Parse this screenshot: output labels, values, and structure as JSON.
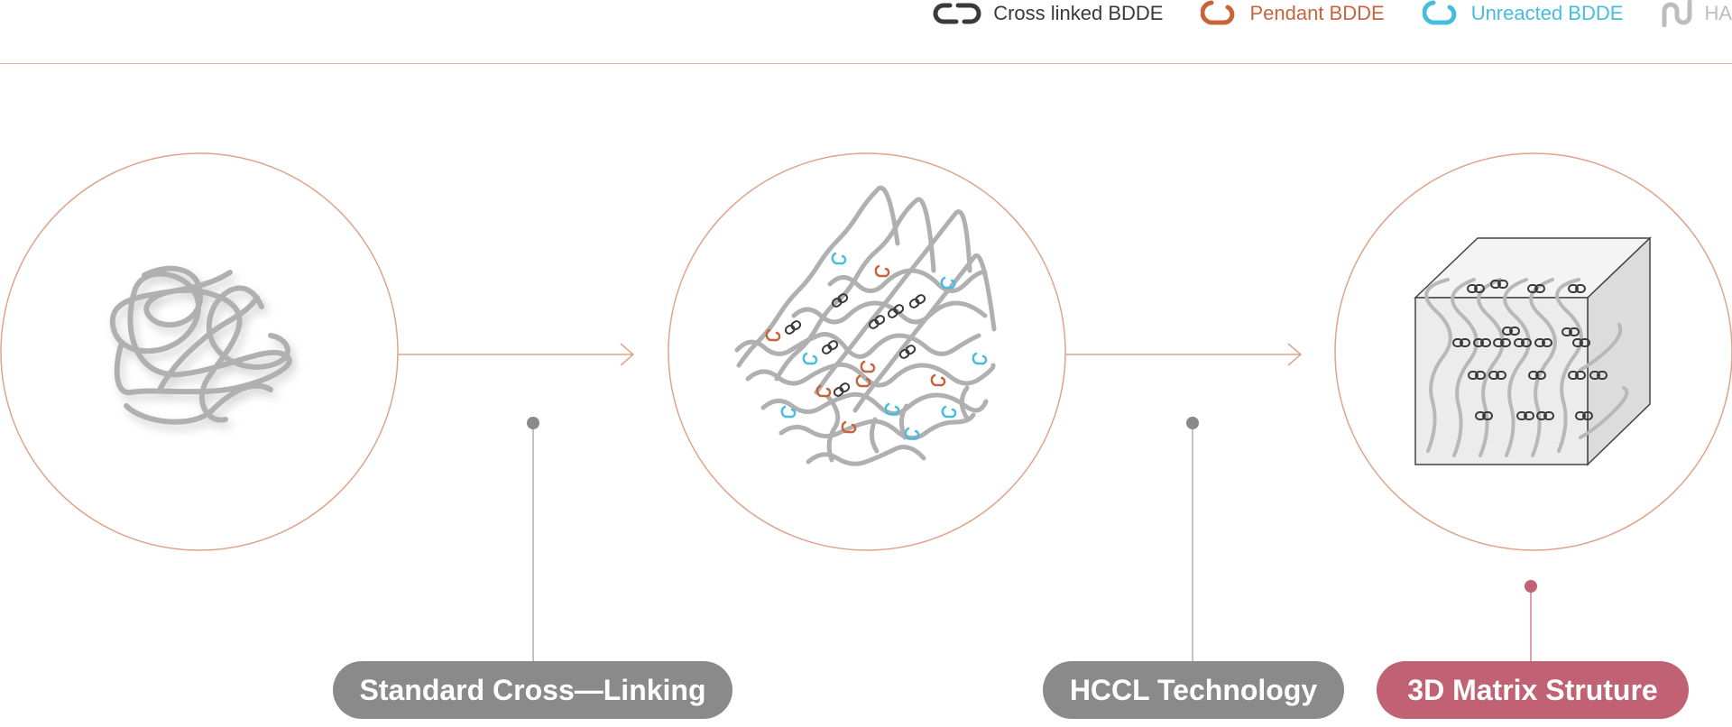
{
  "legend": [
    {
      "label": "Cross linked BDDE",
      "color": "#3a3a3a",
      "icon": "chain-link-icon"
    },
    {
      "label": "Pendant BDDE",
      "color": "#c8643c",
      "icon": "hook-icon"
    },
    {
      "label": "Unreacted BDDE",
      "color": "#45bde0",
      "icon": "hook-icon"
    },
    {
      "label": "HA",
      "color": "#bdbdbd",
      "icon": "wave-icon"
    }
  ],
  "stages": [
    {
      "label": "Standard Cross—Linking",
      "color": "#8a8a8a"
    },
    {
      "label": "HCCL Technology",
      "color": "#8a8a8a"
    },
    {
      "label": "3D Matrix Struture",
      "color": "#c06273"
    }
  ],
  "colors": {
    "circle": "#dfa38a",
    "arrow": "#dfa38a",
    "connector": "#9a9a9a",
    "accent": "#c06273",
    "ha": "#b0b0b0"
  }
}
